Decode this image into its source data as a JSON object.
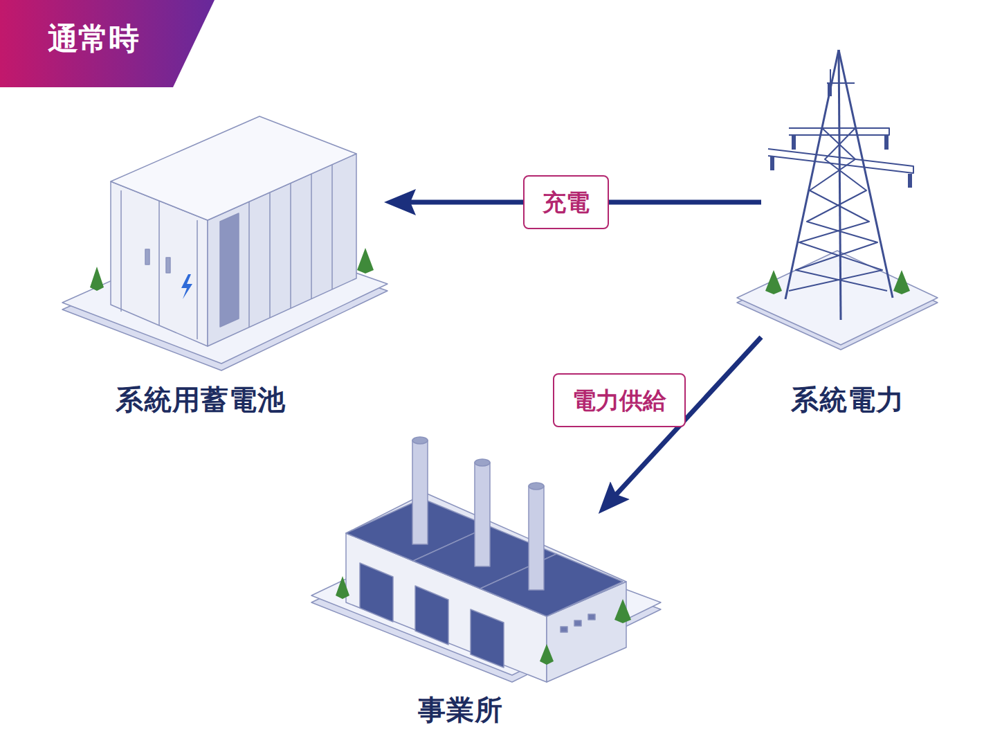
{
  "diagram": {
    "title": "通常時",
    "nodes": [
      {
        "text": [
          "系統用蓄電池"
        ]
      },
      {
        "text": [
          "系統電力"
        ]
      },
      {
        "text": [
          "事業所"
        ]
      }
    ],
    "edges": [
      {
        "from": 1,
        "to": 0,
        "arrow": "to",
        "label": "充電"
      },
      {
        "from": 1,
        "to": 2,
        "arrow": "to",
        "label": "電力供給"
      }
    ]
  }
}
